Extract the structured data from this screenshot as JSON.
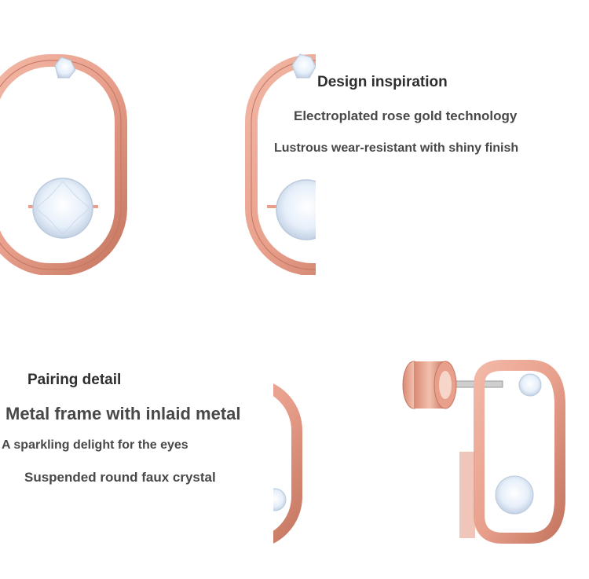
{
  "design": {
    "title": "Design inspiration",
    "line1": "Electroplated rose gold technology",
    "line2": "Lustrous wear-resistant with shiny finish"
  },
  "pairing": {
    "title": "Pairing detail",
    "headline": "Metal frame with inlaid metal",
    "line1": "A sparkling delight for the eyes",
    "line2": "Suspended round faux crystal"
  },
  "colors": {
    "rose_gold": "#e8a08c",
    "rose_gold_dark": "#c57660",
    "crystal": "#e6effa",
    "heading_text": "#2e2e2e",
    "body_text": "#484848"
  }
}
